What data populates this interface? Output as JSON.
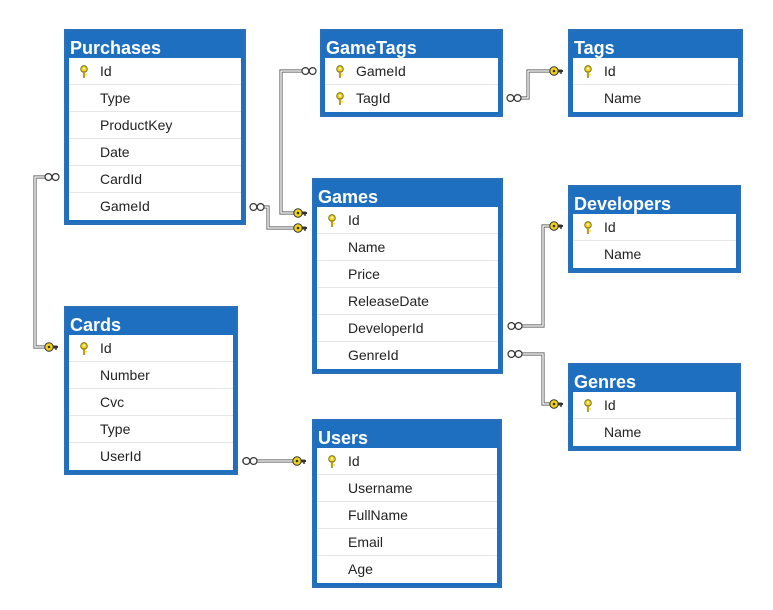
{
  "tables": {
    "purchases": {
      "title": "Purchases",
      "columns": [
        "Id",
        "Type",
        "ProductKey",
        "Date",
        "CardId",
        "GameId"
      ],
      "primary_key": "Id"
    },
    "gametags": {
      "title": "GameTags",
      "columns": [
        "GameId",
        "TagId"
      ],
      "primary_key": [
        "GameId",
        "TagId"
      ]
    },
    "tags": {
      "title": "Tags",
      "columns": [
        "Id",
        "Name"
      ],
      "primary_key": "Id"
    },
    "games": {
      "title": "Games",
      "columns": [
        "Id",
        "Name",
        "Price",
        "ReleaseDate",
        "DeveloperId",
        "GenreId"
      ],
      "primary_key": "Id"
    },
    "developers": {
      "title": "Developers",
      "columns": [
        "Id",
        "Name"
      ],
      "primary_key": "Id"
    },
    "cards": {
      "title": "Cards",
      "columns": [
        "Id",
        "Number",
        "Cvc",
        "Type",
        "UserId"
      ],
      "primary_key": "Id"
    },
    "genres": {
      "title": "Genres",
      "columns": [
        "Id",
        "Name"
      ],
      "primary_key": "Id"
    },
    "users": {
      "title": "Users",
      "columns": [
        "Id",
        "Username",
        "FullName",
        "Email",
        "Age"
      ],
      "primary_key": "Id"
    }
  },
  "relationships": [
    {
      "from": "Purchases.GameId",
      "to": "Games.Id",
      "type": "many-to-one"
    },
    {
      "from": "Purchases.CardId",
      "to": "Cards.Id",
      "type": "many-to-one"
    },
    {
      "from": "GameTags.GameId",
      "to": "Games.Id",
      "type": "many-to-one"
    },
    {
      "from": "GameTags.TagId",
      "to": "Tags.Id",
      "type": "many-to-one"
    },
    {
      "from": "Games.DeveloperId",
      "to": "Developers.Id",
      "type": "many-to-one"
    },
    {
      "from": "Games.GenreId",
      "to": "Genres.Id",
      "type": "many-to-one"
    },
    {
      "from": "Cards.UserId",
      "to": "Users.Id",
      "type": "many-to-one"
    }
  ],
  "colors": {
    "header": "#1f6fc1",
    "border": "#2b6fb8",
    "key": "#f2d21b",
    "line": "#666666"
  }
}
